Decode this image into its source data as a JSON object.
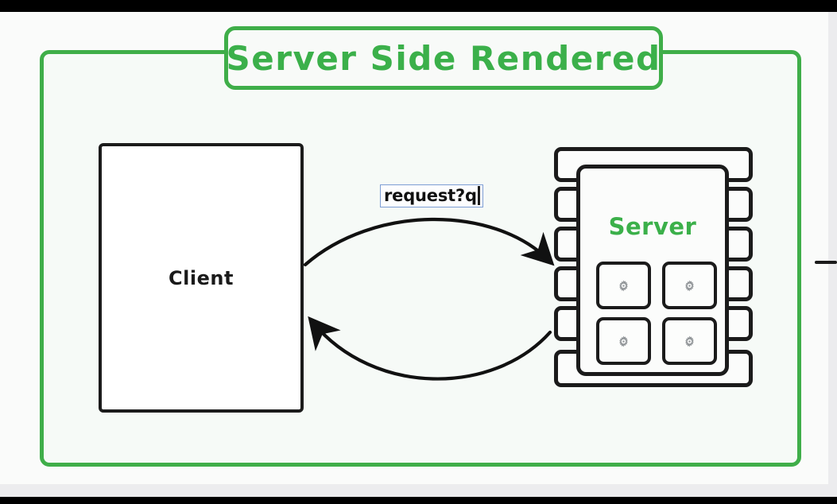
{
  "canvas": {
    "background_color": "#fafbfa",
    "letterbox_color": "#000000",
    "frame_color": "#3fae49",
    "ink_color": "#1b1b1b",
    "accent_green": "#3bb04a",
    "selection_blue": "#7d9dd4"
  },
  "title": {
    "label": "Server Side Rendered"
  },
  "client": {
    "label": "Client"
  },
  "server": {
    "label": "Server",
    "units": [
      {
        "icon": "gear-icon"
      },
      {
        "icon": "gear-icon"
      },
      {
        "icon": "gear-icon"
      },
      {
        "icon": "gear-icon"
      }
    ],
    "slats": [
      {
        "side": "full",
        "index": 1
      },
      {
        "side": "left",
        "index": 2
      },
      {
        "side": "left",
        "index": 3
      },
      {
        "side": "left",
        "index": 4
      },
      {
        "side": "left",
        "index": 5
      },
      {
        "side": "right",
        "index": 2
      },
      {
        "side": "right",
        "index": 3
      },
      {
        "side": "right",
        "index": 4
      },
      {
        "side": "right",
        "index": 5
      },
      {
        "side": "full",
        "index": 6
      }
    ]
  },
  "annotation": {
    "request_label": "request?q",
    "caret": "|"
  },
  "arrows": [
    {
      "name": "request-arrow",
      "direction": "client-to-server",
      "curve": "up"
    },
    {
      "name": "response-arrow",
      "direction": "server-to-client",
      "curve": "down"
    }
  ],
  "stray_stroke": {
    "name": "partial-ink-stroke"
  }
}
